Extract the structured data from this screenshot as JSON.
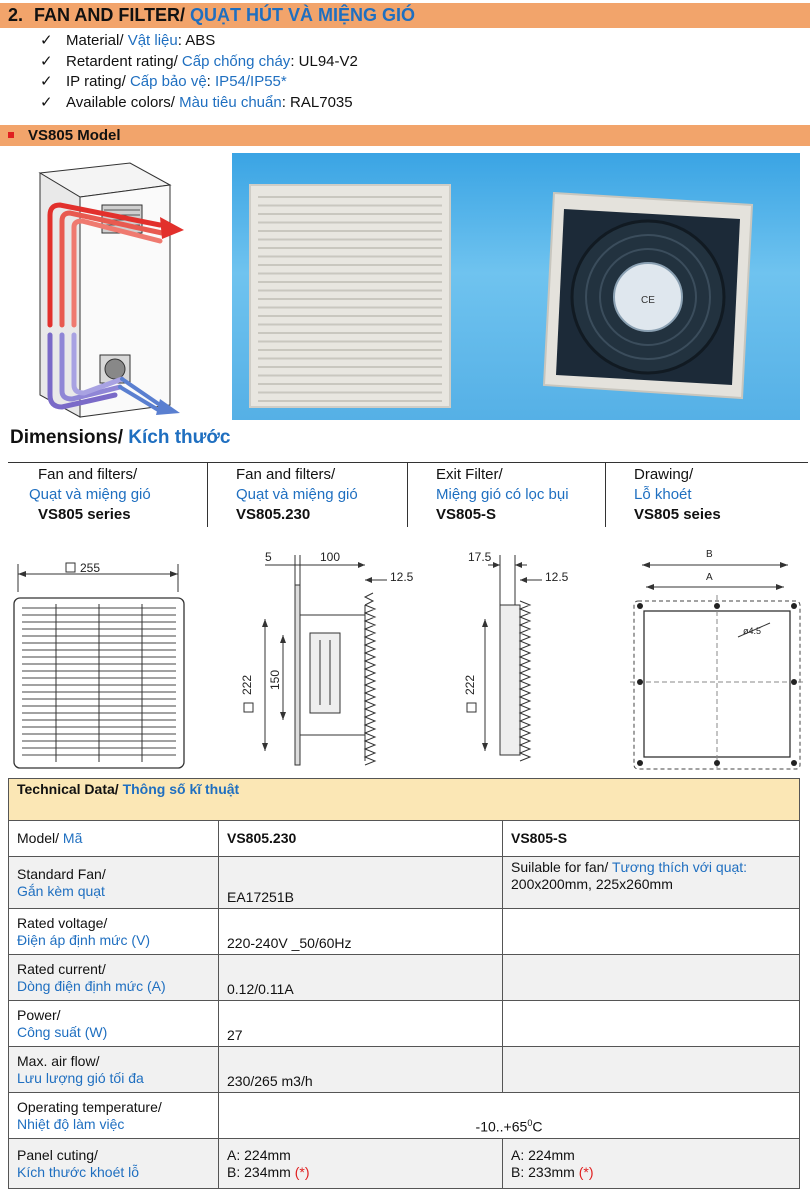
{
  "section": {
    "number": "2.",
    "title_en": "FAN AND FILTER/",
    "title_vi": "QUẠT HÚT VÀ MIỆNG GIÓ"
  },
  "specs": [
    {
      "label_en": "Material/",
      "label_vi": "Vật liệu",
      "value": "ABS"
    },
    {
      "label_en": "Retardent rating/",
      "label_vi": "Cấp chống cháy",
      "value": "UL94-V2"
    },
    {
      "label_en": "IP rating/",
      "label_vi": "Cấp bảo vệ",
      "value": "IP54/IP55*"
    },
    {
      "label_en": "Available colors/",
      "label_vi": "Màu tiêu chuẩn",
      "value": "RAL7035"
    }
  ],
  "model_bar": "VS805 Model",
  "dimensions": {
    "title_en": "Dimensions/",
    "title_vi": "Kích thước"
  },
  "columns": [
    {
      "line1": "Fan and filters/",
      "line2": "Quạt và miệng gió",
      "line3": "VS805 series"
    },
    {
      "line1": "Fan and filters/",
      "line2": "Quạt và miệng gió",
      "line3": "VS805.230"
    },
    {
      "line1": "Exit Filter/",
      "line2": "Miệng gió có lọc bụi",
      "line3": "VS805-S"
    },
    {
      "line1": "Drawing/",
      "line2": "Lỗ khoét",
      "line3": "VS805 seies"
    }
  ],
  "drawings": {
    "d1": {
      "width": "255"
    },
    "d2": {
      "a": "5",
      "b": "100",
      "c": "12.5",
      "h1": "222",
      "h2": "150"
    },
    "d3": {
      "a": "17.5",
      "c": "12.5",
      "h1": "222"
    },
    "d4": {
      "b": "B",
      "a": "A",
      "hole": "ø4.5"
    }
  },
  "fan_label": "CE",
  "table": {
    "header_en": "Technical Data/",
    "header_vi": "Thông số kĩ thuật",
    "model": {
      "label_en": "Model/",
      "label_vi": "Mã",
      "col2": "VS805.230",
      "col3": "VS805-S"
    },
    "rows": [
      {
        "label_en": "Standard Fan/",
        "label_vi": "Gắn kèm quạt",
        "col2": "EA17251B",
        "col3_en": "Suilable for fan/",
        "col3_vi": "Tương thích với quạt:",
        "col3_line2": "200x200mm, 225x260mm"
      },
      {
        "label_en": "Rated voltage/",
        "label_vi": "Điện áp định mức (V)",
        "col2": "220-240V _50/60Hz"
      },
      {
        "label_en": "Rated current/",
        "label_vi": "Dòng điện định mức (A)",
        "col2": "0.12/0.11A"
      },
      {
        "label_en": "Power/",
        "label_vi": "Công suất (W)",
        "col2": "27"
      },
      {
        "label_en": "Max. air flow/",
        "label_vi": "Lưu lượng gió tối đa",
        "col2": "230/265 m3/h"
      },
      {
        "label_en": "Operating temperature/",
        "label_vi": "Nhiệt độ làm việc",
        "merged": "-10..+65",
        "merged_unit": "C",
        "merged_sup": "0"
      },
      {
        "label_en": "Panel cuting/",
        "label_vi": "Kích thước khoét lỗ",
        "col2_a": "A: 224mm",
        "col2_b": "B: 234mm",
        "col3_a": "A: 224mm",
        "col3_b": "B: 233mm",
        "mark": "(*)"
      }
    ]
  }
}
